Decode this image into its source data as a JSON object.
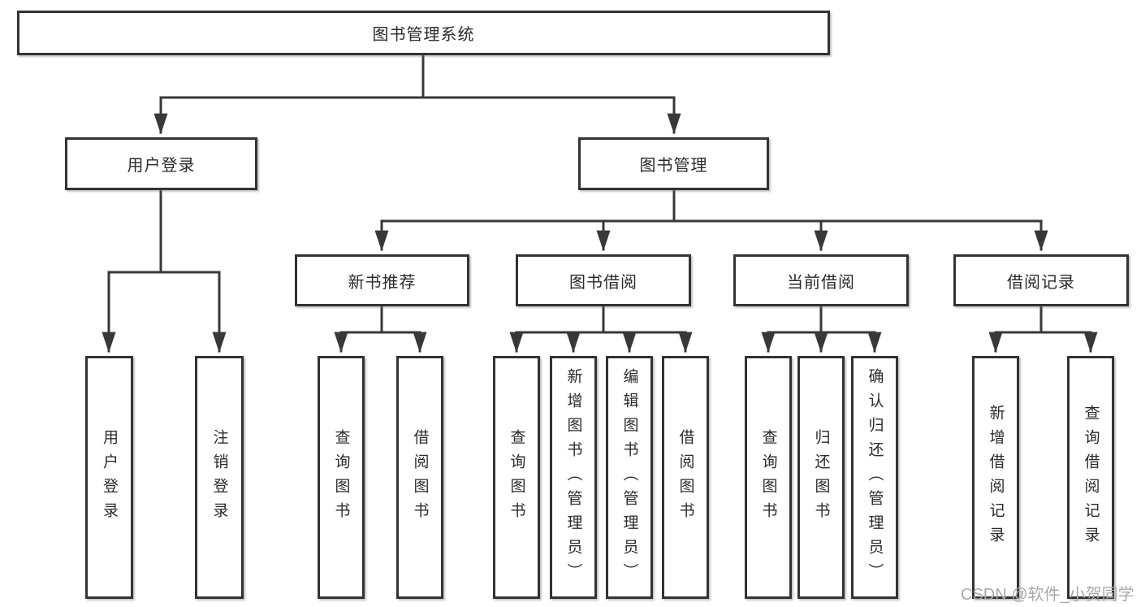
{
  "nodes": {
    "root": "图书管理系统",
    "user_login": "用户登录",
    "book_mgmt": "图书管理",
    "new_book_rec": "新书推荐",
    "book_borrow": "图书借阅",
    "current_borrow": "当前借阅",
    "borrow_records": "借阅记录",
    "leaf_user_login": "用户登录",
    "leaf_logout": "注销登录",
    "leaf_query_book_rec": "查询图书",
    "leaf_borrow_book_rec": "借阅图书",
    "leaf_query_book_borrow": "查询图书",
    "leaf_add_book": "新增图书（管理员）",
    "leaf_edit_book": "编辑图书（管理员）",
    "leaf_borrow_book_borrow": "借阅图书",
    "leaf_query_book_current": "查询图书",
    "leaf_return_book": "归还图书",
    "leaf_confirm_return": "确认归还（管理员）",
    "leaf_add_record": "新增借阅记录",
    "leaf_query_record": "查询借阅记录"
  },
  "watermark": {
    "text": "CSDN @软件_小贺同学"
  },
  "colors": {
    "line": "#383838",
    "box_border": "#333333",
    "box_bg": "#ffffff",
    "text": "#2b2b2b",
    "watermark": "#a9a9a9"
  }
}
